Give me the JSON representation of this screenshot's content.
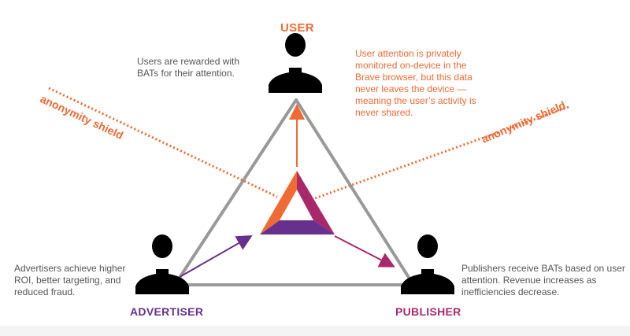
{
  "roles": {
    "user": {
      "label": "USER",
      "description": "Users are rewarded with BATs for their attention."
    },
    "advertiser": {
      "label": "ADVERTISER",
      "description": "Advertisers achieve higher ROI, better targeting, and reduced fraud."
    },
    "publisher": {
      "label": "PUBLISHER",
      "description": "Publishers receive BATs based on user attention. Revenue increases as inefficiencies decrease."
    }
  },
  "privacy_note": "User attention is privately monitored on-device in the Brave browser, but this data never leaves the device — meaning the user’s activity is never shared.",
  "shield_left": "anonymity shield",
  "shield_right": "anonymity shield",
  "colors": {
    "orange": "#f06a34",
    "purple": "#66308c",
    "magenta": "#a8286a",
    "gray": "#999999",
    "text": "#555555"
  }
}
